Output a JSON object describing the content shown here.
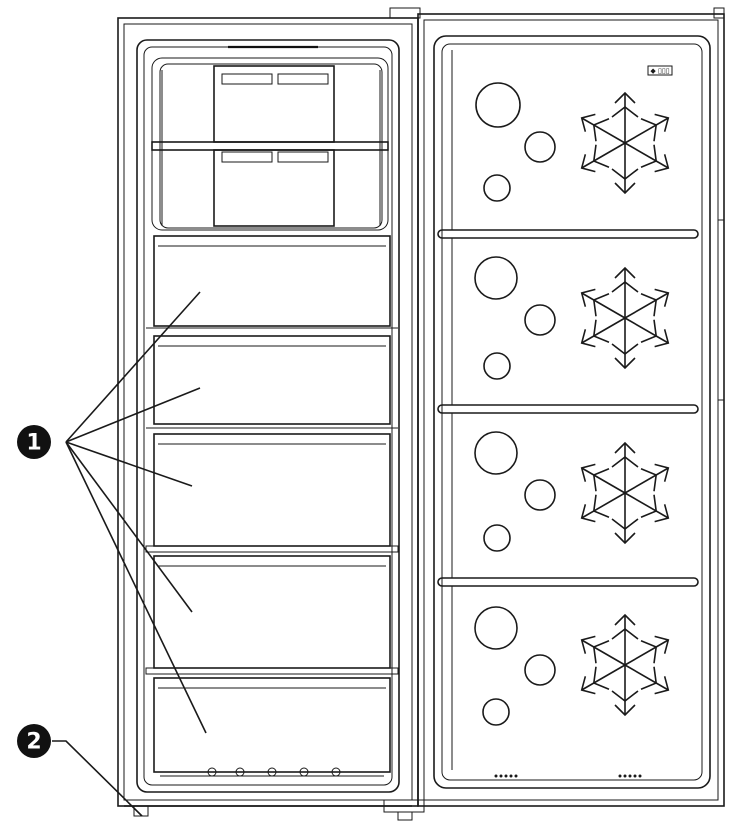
{
  "callouts": [
    {
      "id": "callout-1",
      "label": "1"
    },
    {
      "id": "callout-2",
      "label": "2"
    }
  ],
  "door_badge": "◆ ▯▯▯",
  "colors": {
    "line": "#1a1a1a",
    "bubble": "#111111",
    "background": "#ffffff"
  },
  "icons": [
    "snowflake-icon",
    "circle-icon"
  ]
}
